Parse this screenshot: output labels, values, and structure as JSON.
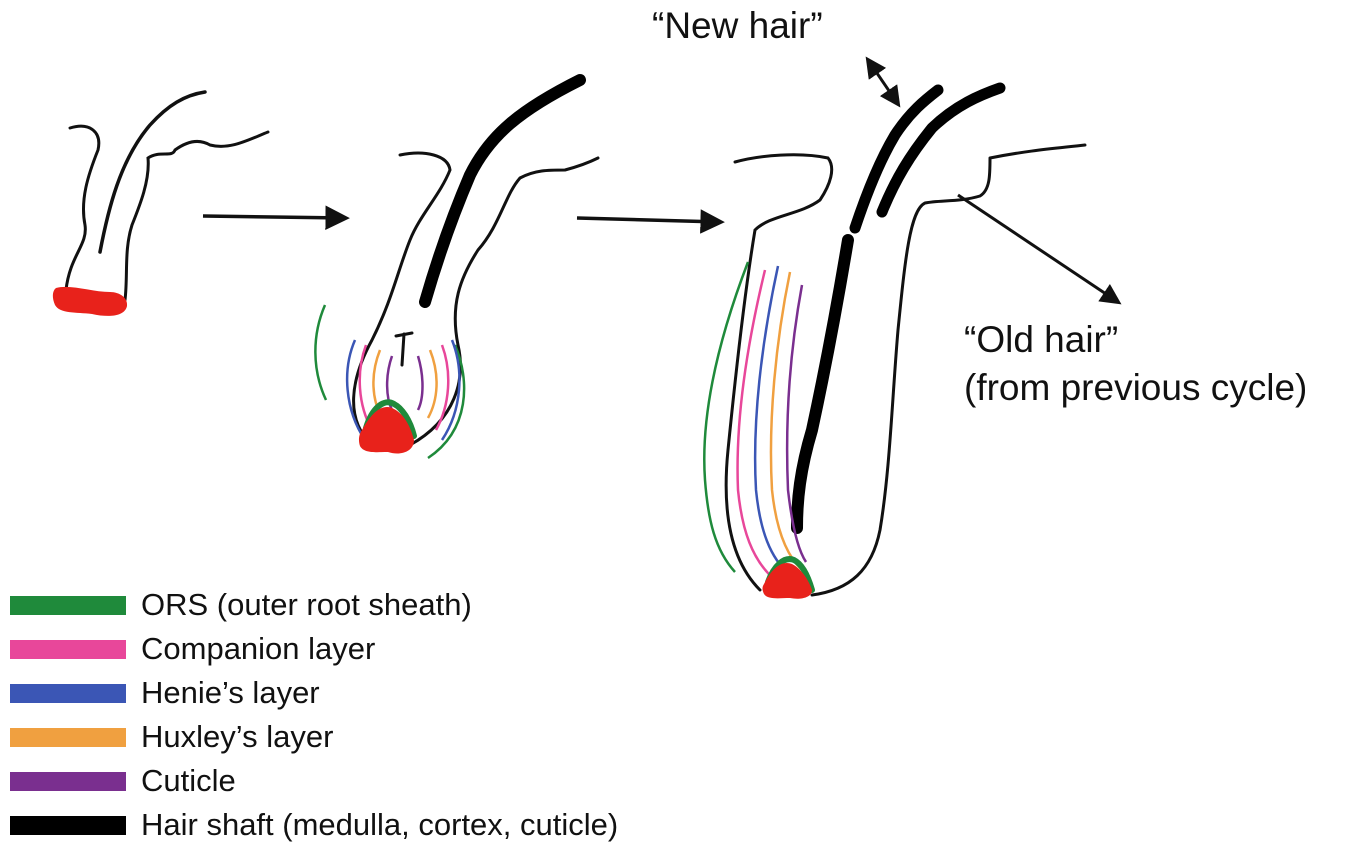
{
  "annotations": {
    "new_hair": "“New hair”",
    "old_hair": "“Old hair”",
    "old_hair_note": "(from previous cycle)"
  },
  "legend": [
    {
      "label": "ORS (outer root sheath)",
      "color": "#1f8a3b"
    },
    {
      "label": "Companion layer",
      "color": "#e8479a"
    },
    {
      "label": "Henie’s layer",
      "color": "#3b56b5"
    },
    {
      "label": "Huxley’s layer",
      "color": "#f0a040"
    },
    {
      "label": "Cuticle",
      "color": "#7a2f8f"
    },
    {
      "label": "Hair shaft (medulla, cortex, cuticle)",
      "color": "#000000"
    }
  ],
  "colors": {
    "papilla": "#e8221b",
    "outline": "#111111"
  },
  "icons": [
    "right-arrow-icon",
    "double-headed-arrow-icon"
  ]
}
